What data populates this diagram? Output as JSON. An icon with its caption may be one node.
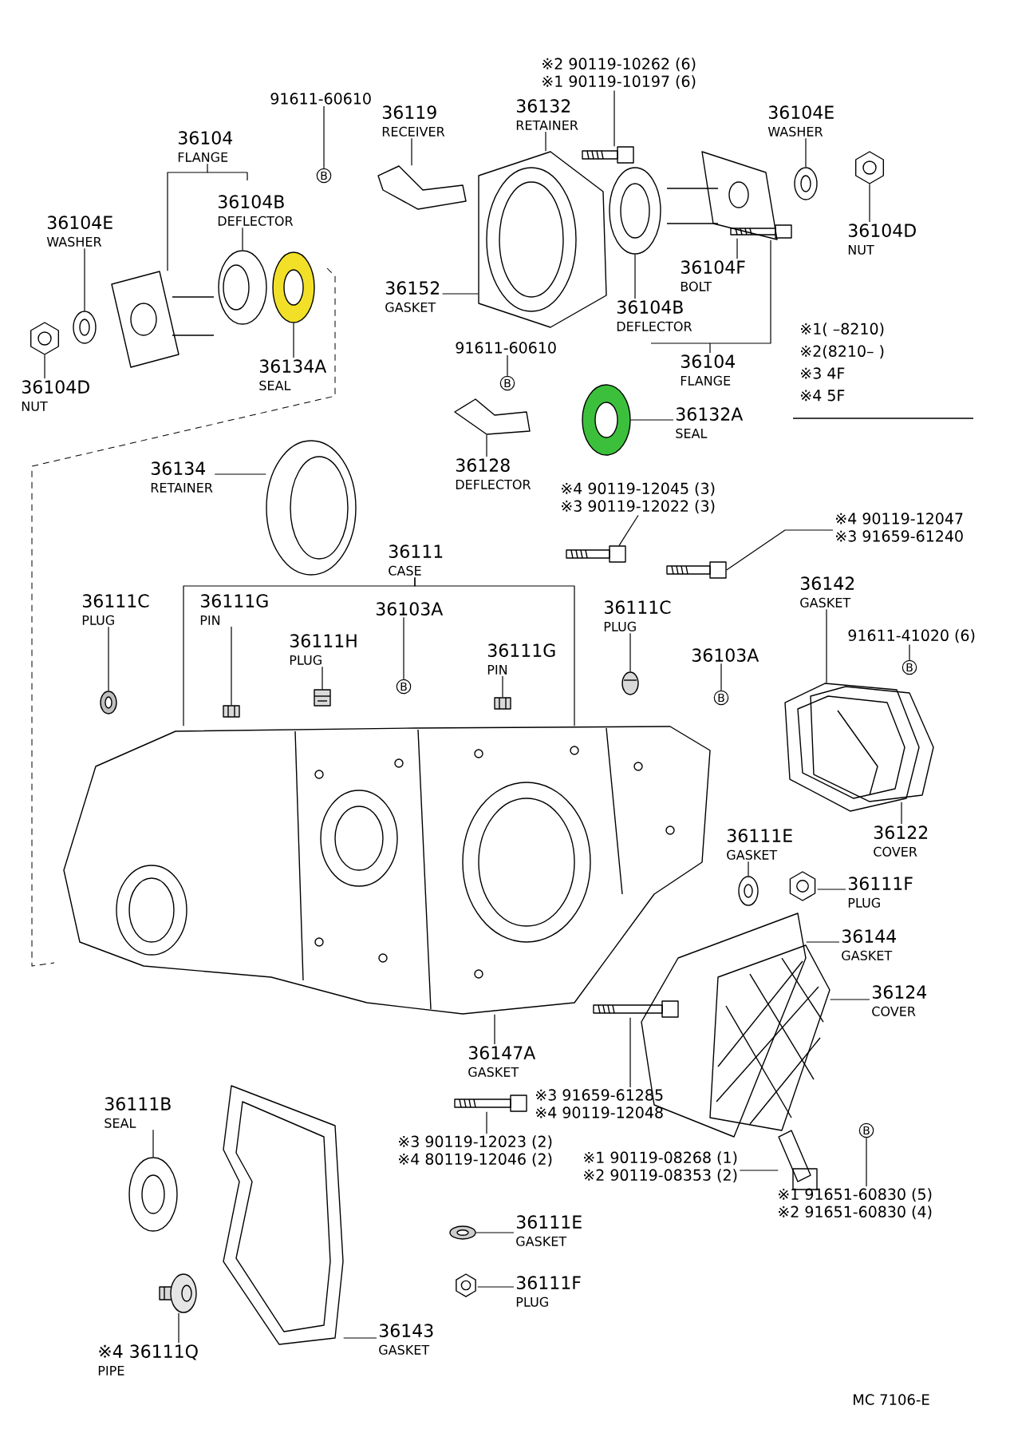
{
  "diagram": {
    "nodes": [
      {
        "text": [
          "91611-60610"
        ]
      },
      {
        "text": [
          "B"
        ]
      },
      {
        "text": [
          "36119",
          "RECEIVER"
        ]
      },
      {
        "text": [
          "36132",
          "RETAINER"
        ]
      },
      {
        "text": [
          "※2 90119-10262 (6)",
          "※1 90119-10197 (6)"
        ]
      },
      {
        "text": [
          "36104",
          "FLANGE"
        ]
      },
      {
        "text": [
          "36104E",
          "WASHER"
        ]
      },
      {
        "text": [
          "36104B",
          "DEFLECTOR"
        ]
      },
      {
        "text": [
          "36104E",
          "WASHER"
        ]
      },
      {
        "text": [
          "36104D",
          "NUT"
        ]
      },
      {
        "text": [
          "36104F",
          "BOLT"
        ]
      },
      {
        "text": [
          "36152",
          "GASKET"
        ]
      },
      {
        "text": [
          "36104B",
          "DEFLECTOR"
        ]
      },
      {
        "text": [
          "91611-60610"
        ]
      },
      {
        "text": [
          "36104",
          "FLANGE"
        ]
      },
      {
        "text": [
          "B"
        ]
      },
      {
        "text": [
          "36134A",
          "SEAL"
        ]
      },
      {
        "text": [
          "36104D",
          "NUT"
        ]
      },
      {
        "text": [
          "36132A",
          "SEAL"
        ]
      },
      {
        "text": [
          "36128",
          "DEFLECTOR"
        ]
      },
      {
        "text": [
          "36134",
          "RETAINER"
        ]
      },
      {
        "text": [
          "※4 90119-12045 (3)",
          "※3 90119-12022 (3)"
        ]
      },
      {
        "text": [
          "※4 90119-12047",
          "※3 91659-61240"
        ]
      },
      {
        "text": [
          "36111",
          "CASE"
        ]
      },
      {
        "text": [
          "36142",
          "GASKET"
        ]
      },
      {
        "text": [
          "36111C",
          "PLUG"
        ]
      },
      {
        "text": [
          "36111G",
          "PIN"
        ]
      },
      {
        "text": [
          "36103A"
        ]
      },
      {
        "text": [
          "36111C",
          "PLUG"
        ]
      },
      {
        "text": [
          "91611-41020 (6)"
        ]
      },
      {
        "text": [
          "36111H",
          "PLUG"
        ]
      },
      {
        "text": [
          "36111G",
          "PIN"
        ]
      },
      {
        "text": [
          "36103A"
        ]
      },
      {
        "text": [
          "B"
        ]
      },
      {
        "text": [
          "B"
        ]
      },
      {
        "text": [
          "B"
        ]
      },
      {
        "text": [
          "36122",
          "COVER"
        ]
      },
      {
        "text": [
          "36111E",
          "GASKET"
        ]
      },
      {
        "text": [
          "36111F",
          "PLUG"
        ]
      },
      {
        "text": [
          "36144",
          "GASKET"
        ]
      },
      {
        "text": [
          "36124",
          "COVER"
        ]
      },
      {
        "text": [
          "36147A",
          "GASKET"
        ]
      },
      {
        "text": [
          "※3 91659-61285",
          "※4 90119-12048"
        ]
      },
      {
        "text": [
          "36111B",
          "SEAL"
        ]
      },
      {
        "text": [
          "B"
        ]
      },
      {
        "text": [
          "※3 90119-12023 (2)",
          "※4 80119-12046 (2)"
        ]
      },
      {
        "text": [
          "※1 90119-08268 (1)",
          "※2 90119-08353 (2)"
        ]
      },
      {
        "text": [
          "※1 91651-60830 (5)",
          "※2 91651-60830 (4)"
        ]
      },
      {
        "text": [
          "36111E",
          "GASKET"
        ]
      },
      {
        "text": [
          "36111F",
          "PLUG"
        ]
      },
      {
        "text": [
          "36143",
          "GASKET"
        ]
      },
      {
        "text": [
          "※4 36111Q",
          "PIPE"
        ]
      },
      {
        "text": [],
        "shape": "picture"
      },
      {
        "text": [],
        "shape": "picture"
      },
      {
        "text": [],
        "shape": "picture"
      },
      {
        "text": [],
        "shape": "picture"
      },
      {
        "text": [],
        "shape": "picture"
      },
      {
        "text": [],
        "shape": "picture"
      },
      {
        "text": [],
        "shape": "picture"
      },
      {
        "text": [],
        "shape": "picture"
      },
      {
        "text": [],
        "shape": "picture"
      },
      {
        "text": [],
        "shape": "picture"
      },
      {
        "text": [],
        "shape": "picture"
      },
      {
        "text": [],
        "shape": "picture"
      },
      {
        "text": [],
        "shape": "picture"
      },
      {
        "text": [],
        "shape": "picture"
      },
      {
        "text": [],
        "shape": "picture"
      },
      {
        "text": [],
        "shape": "picture"
      },
      {
        "text": [],
        "shape": "picture"
      },
      {
        "text": [],
        "shape": "picture"
      },
      {
        "text": [],
        "shape": "picture"
      },
      {
        "text": [],
        "shape": "picture"
      },
      {
        "text": [],
        "shape": "picture"
      },
      {
        "text": [],
        "shape": "picture"
      },
      {
        "text": [],
        "shape": "picture"
      },
      {
        "text": [],
        "shape": "picture"
      },
      {
        "text": [],
        "shape": "picture"
      },
      {
        "text": [],
        "shape": "picture"
      },
      {
        "text": [],
        "shape": "picture"
      },
      {
        "text": [],
        "shape": "picture"
      },
      {
        "text": [],
        "shape": "picture"
      },
      {
        "text": [],
        "shape": "picture"
      },
      {
        "text": [],
        "shape": "picture"
      },
      {
        "text": [],
        "shape": "picture"
      },
      {
        "text": [],
        "shape": "picture"
      },
      {
        "text": [],
        "shape": "picture"
      },
      {
        "text": [],
        "shape": "picture"
      },
      {
        "text": [],
        "shape": "picture"
      },
      {
        "text": [],
        "shape": "picture"
      },
      {
        "text": [],
        "shape": "picture"
      }
    ],
    "edges": [
      {
        "from": 0,
        "to": 1,
        "arrow": "none"
      },
      {
        "from": 2,
        "to": 52,
        "arrow": "none"
      },
      {
        "from": 3,
        "to": 53,
        "arrow": "none"
      },
      {
        "from": 4,
        "to": 54,
        "arrow": "none"
      },
      {
        "from": 5,
        "to": 55,
        "arrow": "none"
      },
      {
        "from": 6,
        "to": 62,
        "arrow": "none"
      },
      {
        "from": 7,
        "to": 56,
        "arrow": "none"
      },
      {
        "from": 8,
        "to": 57,
        "arrow": "none"
      },
      {
        "from": 9,
        "to": 63,
        "arrow": "none"
      },
      {
        "from": 10,
        "to": 64,
        "arrow": "none"
      },
      {
        "from": 11,
        "to": 53,
        "arrow": "none"
      },
      {
        "from": 12,
        "to": 60,
        "arrow": "none"
      },
      {
        "from": 13,
        "to": 15,
        "arrow": "none"
      },
      {
        "from": 14,
        "to": 61,
        "arrow": "none"
      },
      {
        "from": 16,
        "to": 59,
        "arrow": "none"
      },
      {
        "from": 17,
        "to": 58,
        "arrow": "none"
      },
      {
        "from": 18,
        "to": 65,
        "arrow": "none"
      },
      {
        "from": 19,
        "to": 66,
        "arrow": "none"
      },
      {
        "from": 20,
        "to": 67,
        "arrow": "none"
      },
      {
        "from": 21,
        "to": 68,
        "arrow": "none"
      },
      {
        "from": 22,
        "to": 69,
        "arrow": "none"
      },
      {
        "from": 23,
        "to": 70,
        "arrow": "none"
      },
      {
        "from": 23,
        "to": 70,
        "arrow": "none"
      },
      {
        "from": 24,
        "to": 71,
        "arrow": "none"
      },
      {
        "from": 25,
        "to": 72,
        "arrow": "none"
      },
      {
        "from": 26,
        "to": 73,
        "arrow": "none"
      },
      {
        "from": 27,
        "to": 34,
        "arrow": "none"
      },
      {
        "from": 28,
        "to": 74,
        "arrow": "none"
      },
      {
        "from": 29,
        "to": 33,
        "arrow": "none"
      },
      {
        "from": 30,
        "to": 75,
        "arrow": "none"
      },
      {
        "from": 31,
        "to": 76,
        "arrow": "none"
      },
      {
        "from": 32,
        "to": 35,
        "arrow": "none"
      },
      {
        "from": 36,
        "to": 77,
        "arrow": "none"
      },
      {
        "from": 37,
        "to": 78,
        "arrow": "none"
      },
      {
        "from": 38,
        "to": 79,
        "arrow": "none"
      },
      {
        "from": 39,
        "to": 80,
        "arrow": "none"
      },
      {
        "from": 40,
        "to": 81,
        "arrow": "none"
      },
      {
        "from": 41,
        "to": 70,
        "arrow": "none"
      },
      {
        "from": 42,
        "to": 82,
        "arrow": "none"
      },
      {
        "from": 43,
        "to": 85,
        "arrow": "none"
      },
      {
        "from": 45,
        "to": 83,
        "arrow": "none"
      },
      {
        "from": 46,
        "to": 84,
        "arrow": "none"
      },
      {
        "from": 47,
        "to": 44,
        "arrow": "none"
      },
      {
        "from": 48,
        "to": 88,
        "arrow": "none"
      },
      {
        "from": 49,
        "to": 89,
        "arrow": "none"
      },
      {
        "from": 50,
        "to": 87,
        "arrow": "none"
      },
      {
        "from": 51,
        "to": 86,
        "arrow": "none"
      }
    ],
    "labels": [
      "※1(     –8210)",
      "※2(8210–     )",
      "※3 4F",
      "※4 5F",
      "MC 7106-E"
    ]
  }
}
